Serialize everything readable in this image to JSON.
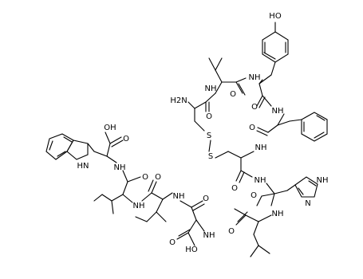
{
  "labels": {
    "oh_tyr": "HO",
    "h2n": "H2N",
    "nh_val_tyr": "NH",
    "nh_tyr_phe": "NH",
    "nh_phe_cys": "NH",
    "nh_cys_his": "NH",
    "nh_his_ring": "NH",
    "n_his_ring": "N",
    "nh_his_leu": "NH",
    "nh_leu_asp": "NH",
    "nh_asp_ile": "NH",
    "nh_ile_ile": "NH",
    "nh_ile_trp": "NH",
    "hn_indole": "HN",
    "s1": "S",
    "s2": "S",
    "oh_cooh_top": "OH",
    "o_cooh_top": "O",
    "ho_asp": "HO",
    "o_asp": "O",
    "o1": "O",
    "o2": "O",
    "o3": "O",
    "o4": "O",
    "o5": "O",
    "o6": "O",
    "o7": "O",
    "o8": "O",
    "o9": "O",
    "o10": "O"
  }
}
